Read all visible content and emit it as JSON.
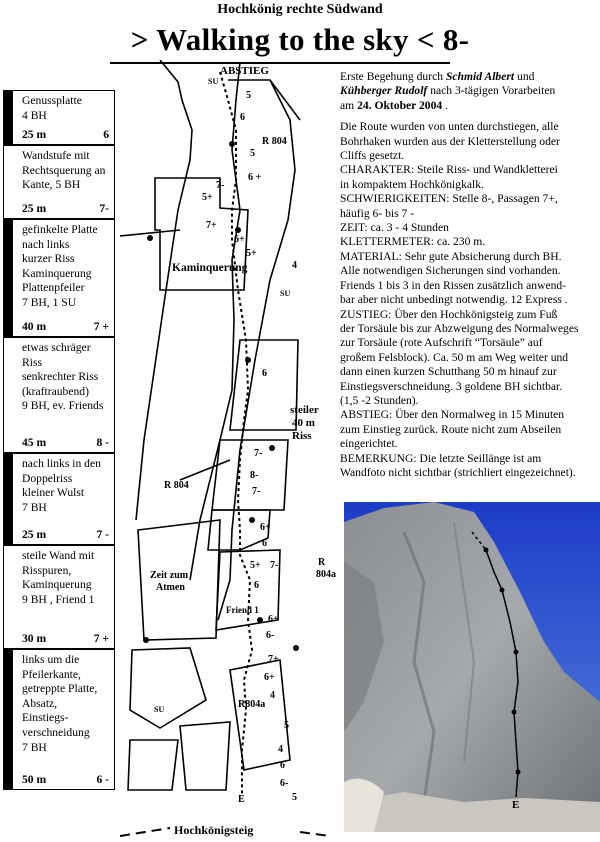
{
  "header": {
    "subtitle": "Hochkönig  rechte Südwand",
    "title": "> Walking to the sky <   8-"
  },
  "pitches": [
    {
      "desc": "Genussplatte\n4 BH",
      "length": "25 m",
      "grade": "6"
    },
    {
      "desc": "Wandstufe mit\nRechtsquerung an\nKante,  5 BH",
      "length": "25 m",
      "grade": "7-"
    },
    {
      "desc": "gefinkelte Platte\nnach links\nkurzer Riss\nKaminquerung\nPlattenpfeiler\n7 BH, 1 SU",
      "length": "40 m",
      "grade": "7 +"
    },
    {
      "desc": "etwas schräger\nRiss\nsenkrechter Riss\n(kraftraubend)\n9 BH, ev. Friends",
      "length": "45 m",
      "grade": "8 -"
    },
    {
      "desc": "nach links in den\nDoppelriss\nkleiner Wulst\n7 BH",
      "length": "25 m",
      "grade": "7 -"
    },
    {
      "desc": "steile Wand mit\nRisspuren,\nKaminquerung\n9 BH , Friend 1",
      "length": "30 m",
      "grade": "7 +"
    },
    {
      "desc": "links um die\nPfeilerkante,\ngetreppte Platte,\nAbsatz,\nEinstiegs-\nverschneidung\n7 BH",
      "length": "50 m",
      "grade": "6 -"
    }
  ],
  "topo": {
    "abstieg": "ABSTIEG",
    "kaminquerung": "Kaminquerung",
    "steiler": "steiler",
    "riss_len": "40 m",
    "riss": "Riss",
    "r804_top": "R 804",
    "r804_mid": "R 804",
    "r804a_right": "R",
    "r804a_right2": "804a",
    "r804a_bottom": "R804a",
    "zeit": "Zeit zum",
    "atmen": "Atmen",
    "friend": "Friend 1",
    "su1": "SU",
    "su2": "SU",
    "su3": "SU",
    "start": "E",
    "hochkoenigsteig": "Hochkönigsteig",
    "grades": [
      "5",
      "6",
      "5",
      "6 +",
      "7-",
      "5+",
      "7+",
      "6+",
      "5+",
      "4",
      "6",
      "7-",
      "8-",
      "7-",
      "6+",
      "6",
      "5+",
      "7-",
      "6",
      "6+",
      "6-",
      "7+",
      "6+",
      "4",
      "5",
      "4",
      "6",
      "6-",
      "5"
    ]
  },
  "info": {
    "first_ascent_1": "Erste Begehung durch ",
    "first_ascent_name1": "Schmid Albert",
    "first_ascent_2": " und",
    "first_ascent_name2": "Kühberger Rudolf",
    "first_ascent_3": " nach 3-tägigen Vorarbeiten",
    "first_ascent_4": "am ",
    "first_ascent_date": "24. Oktober 2004",
    "first_ascent_5": " .",
    "text_lines": [
      "Die Route wurden von unten durchstiegen, alle",
      "Bohrhaken wurden aus der Kletterstellung oder",
      "Cliffs gesetzt.",
      "CHARAKTER:  Steile Riss- und Wandkletterei",
      "in kompaktem Hochkönigkalk.",
      "SCHWIERIGKEITEN: Stelle 8-, Passagen 7+,",
      "häufig 6-  bis 7 -",
      "ZEIT: ca. 3  - 4 Stunden",
      "KLETTERMETER:  ca. 230 m.",
      "MATERIAL: Sehr gute Absicherung durch BH.",
      "Alle notwendigen Sicherungen sind vorhanden.",
      "Friends 1 bis 3 in den Rissen zusätzlich anwend-",
      "bar aber nicht unbedingt notwendig. 12 Express .",
      "ZUSTIEG: Über den Hochkönigsteig zum Fuß",
      "der Torsäule bis zur Abzweigung des Normalweges",
      "zur Torsäule (rote Aufschrift “Torsäule” auf",
      "großem Felsblock). Ca. 50 m am Weg weiter und",
      "dann einen kurzen Schutthang 50 m hinauf zur",
      "Einstiegsverschneidung. 3 goldene BH sichtbar.",
      "(1,5 -2  Stunden).",
      "ABSTIEG: Über den Normalweg in 15 Minuten",
      "zum Einstieg zurück. Route nicht zum Abseilen",
      "eingerichtet.",
      "BEMERKUNG: Die letzte Seillänge ist am",
      "Wandfoto nicht sichtbar (strichliert eingezeichnet)."
    ]
  },
  "photo": {
    "start_label": "E"
  }
}
